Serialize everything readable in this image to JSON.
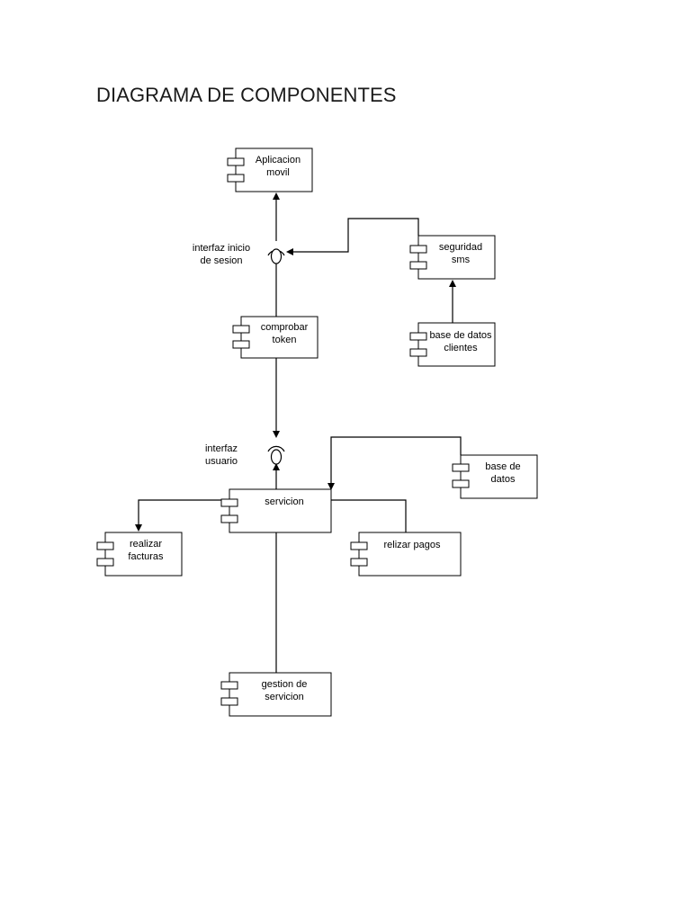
{
  "title": "DIAGRAMA DE COMPONENTES",
  "components": {
    "aplicacion_movil": [
      "Aplicacion",
      "movil"
    ],
    "seguridad_sms": [
      "seguridad",
      "sms"
    ],
    "base_datos_clientes": [
      "base de datos",
      "clientes"
    ],
    "comprobar_token": [
      "comprobar",
      "token"
    ],
    "base_de_datos": [
      "base de",
      "datos"
    ],
    "servicion": [
      "servicion"
    ],
    "realizar_facturas": [
      "realizar",
      "facturas"
    ],
    "relizar_pagos": [
      "relizar pagos"
    ],
    "gestion_servicion": [
      "gestion de",
      "servicion"
    ]
  },
  "interfaces": {
    "inicio_sesion": [
      "interfaz inicio",
      "de sesion"
    ],
    "usuario": [
      "interfaz",
      "usuario"
    ]
  }
}
